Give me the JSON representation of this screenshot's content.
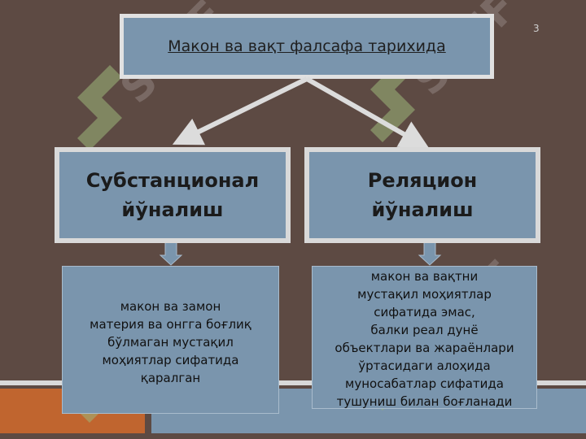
{
  "slide": {
    "page_number": "3",
    "title": "Макон ва вақт фалсафа тарихида",
    "left_heading": "Субстанционал\nйўналиш",
    "right_heading": "Реляцион\nйўналиш",
    "left_text": "макон ва замон\nматерия ва онгга боғлиқ\nбўлмаган мустақил\nмоҳиятлар сифатида\nқаралган",
    "right_text": "макон ва вақтни\nмустақил моҳиятлар\nсифатида эмас,\nбалки реал дунё\nобъектлари ва жараёнлари\nўртасидаги алоҳида\nмуносабатлар сифатида\nтушуниш билан боғланади"
  },
  "colors": {
    "background": "#5d4a43",
    "box_fill": "#7a95ad",
    "box_border": "#d9d9d9",
    "accent_orange": "#c0652f"
  }
}
